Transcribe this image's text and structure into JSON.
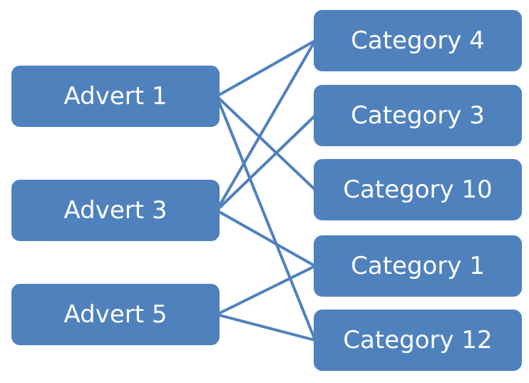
{
  "colors": {
    "node_fill": "#4f81bd",
    "link_stroke": "#4f81bd",
    "text": "#ffffff"
  },
  "adverts": [
    {
      "id": "advert-1",
      "label": "Advert 1"
    },
    {
      "id": "advert-3",
      "label": "Advert 3"
    },
    {
      "id": "advert-5",
      "label": "Advert 5"
    }
  ],
  "categories": [
    {
      "id": "category-4",
      "label": "Category 4"
    },
    {
      "id": "category-3",
      "label": "Category 3"
    },
    {
      "id": "category-10",
      "label": "Category 10"
    },
    {
      "id": "category-1",
      "label": "Category 1"
    },
    {
      "id": "category-12",
      "label": "Category 12"
    }
  ],
  "links": [
    {
      "from": "advert-1",
      "to": "category-4"
    },
    {
      "from": "advert-1",
      "to": "category-10"
    },
    {
      "from": "advert-1",
      "to": "category-12"
    },
    {
      "from": "advert-3",
      "to": "category-4"
    },
    {
      "from": "advert-3",
      "to": "category-3"
    },
    {
      "from": "advert-3",
      "to": "category-1"
    },
    {
      "from": "advert-5",
      "to": "category-1"
    },
    {
      "from": "advert-5",
      "to": "category-12"
    }
  ]
}
